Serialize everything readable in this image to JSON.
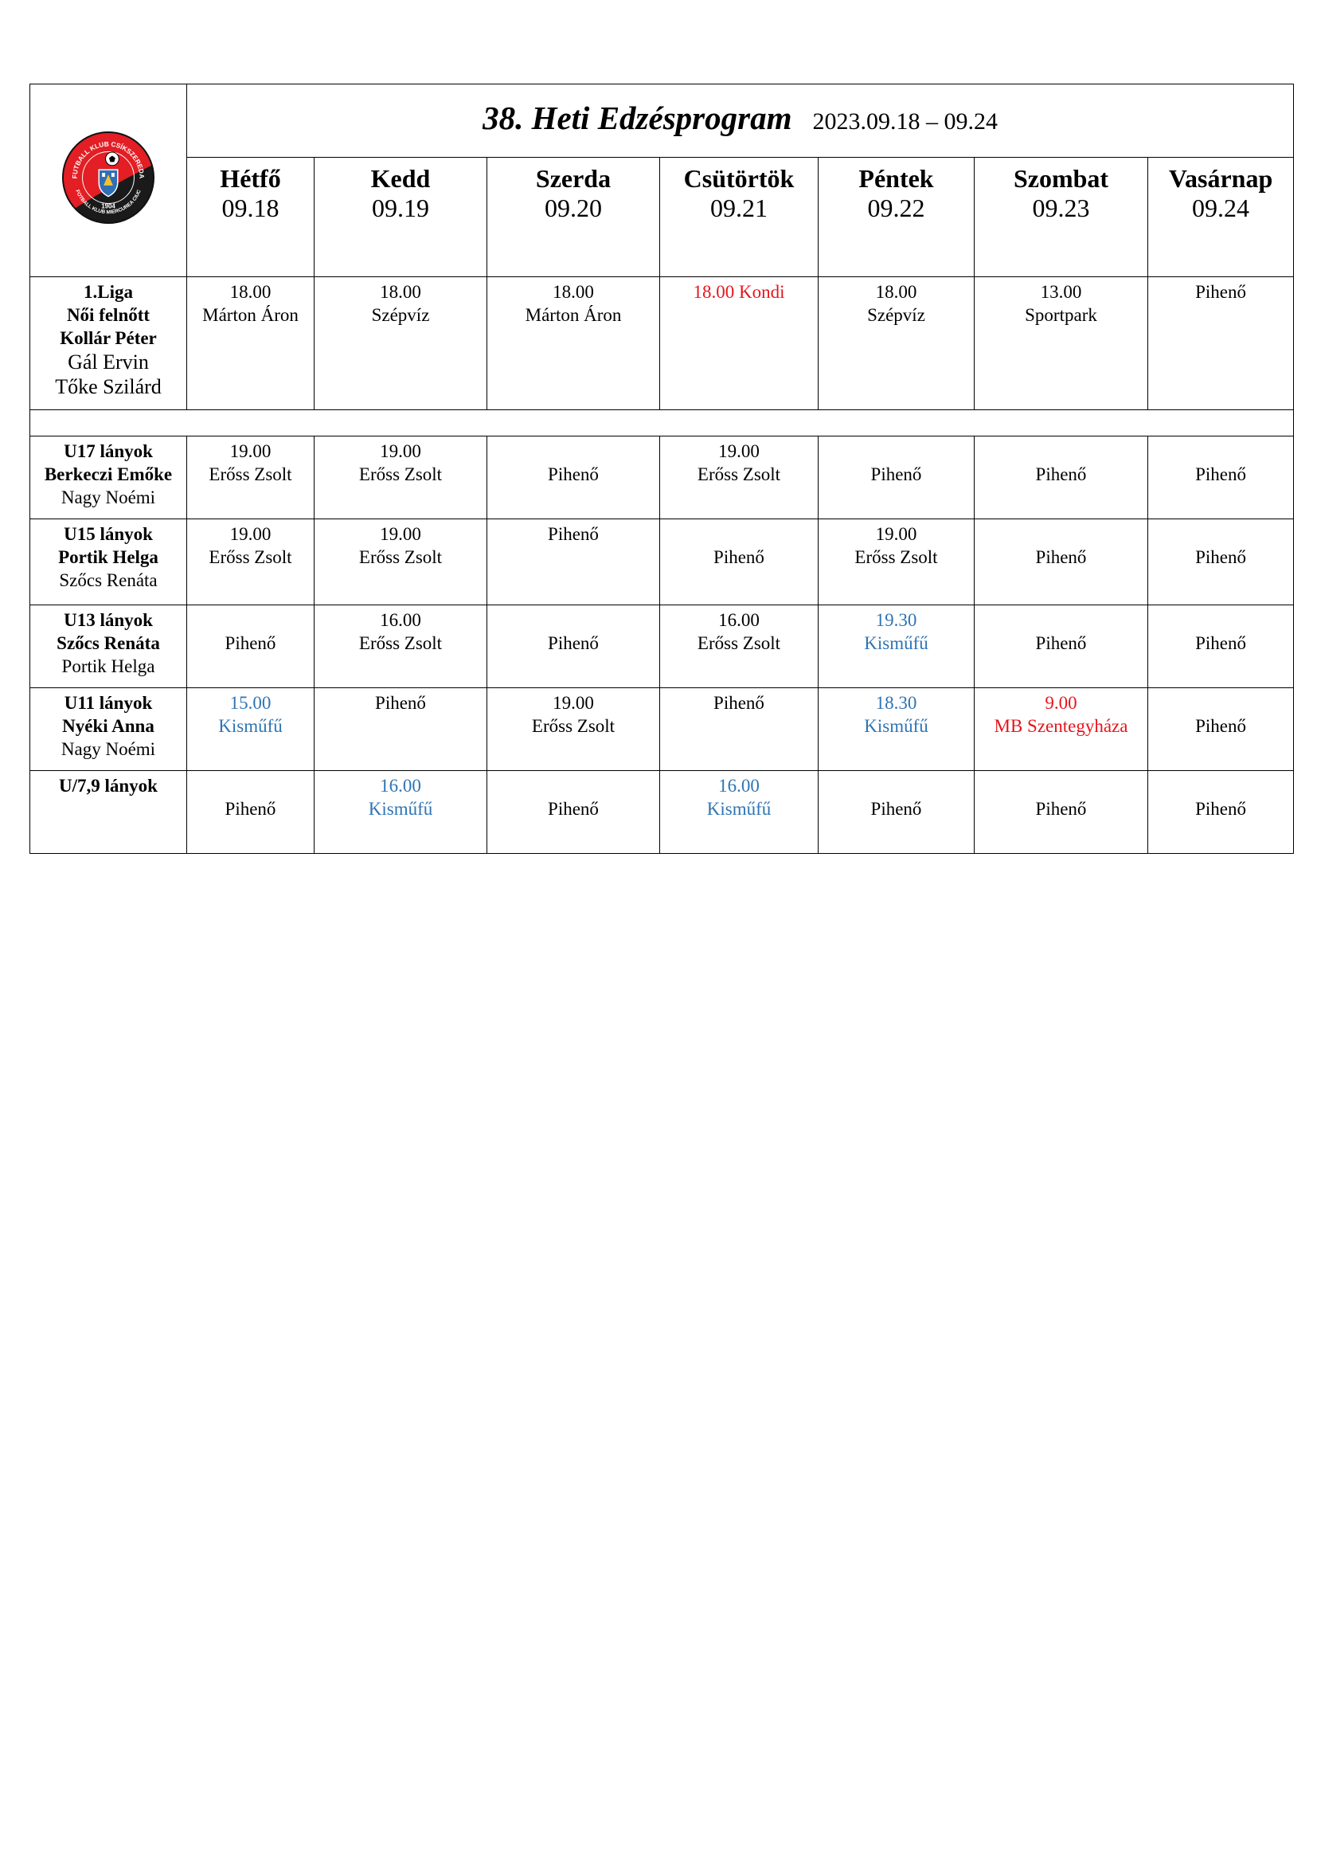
{
  "header": {
    "title": "38. Heti Edzésprogram",
    "date_range": "2023.09.18 – 09.24",
    "logo": {
      "text_top": "FUTBALL KLUB CSÍKSZEREDA",
      "text_bottom": "FOTBALL KLUB MIERCUREA CIUC",
      "year": "1904",
      "colors": {
        "red": "#e31e24",
        "black": "#1a1a1a"
      }
    }
  },
  "days": [
    {
      "name": "Hétfő",
      "date": "09.18"
    },
    {
      "name": "Kedd",
      "date": "09.19"
    },
    {
      "name": "Szerda",
      "date": "09.20"
    },
    {
      "name": "Csütörtök",
      "date": "09.21"
    },
    {
      "name": "Péntek",
      "date": "09.22"
    },
    {
      "name": "Szombat",
      "date": "09.23"
    },
    {
      "name": "Vasárnap",
      "date": "09.24"
    }
  ],
  "colors": {
    "red": "#e8141c",
    "blue": "#2e74b5"
  },
  "teams": [
    {
      "labels": [
        "1.Liga",
        "Női felnőtt",
        "Kollár Péter"
      ],
      "coaches": [
        "Gál Ervin",
        "Tőke Szilárd"
      ],
      "cells": [
        {
          "lines": [
            "18.00",
            "Márton Áron"
          ]
        },
        {
          "lines": [
            "18.00",
            "Szépvíz"
          ]
        },
        {
          "lines": [
            "18.00",
            "Márton Áron"
          ]
        },
        {
          "lines": [
            "18.00 Kondi"
          ],
          "color": "red"
        },
        {
          "lines": [
            "18.00",
            "Szépvíz"
          ]
        },
        {
          "lines": [
            "13.00",
            "Sportpark"
          ]
        },
        {
          "lines": [
            "Pihenő"
          ]
        }
      ]
    },
    {
      "labels": [
        "U17 lányok",
        "Berkeczi Emőke"
      ],
      "coaches": [
        "Nagy Noémi"
      ],
      "cells": [
        {
          "lines": [
            "19.00",
            "Erőss Zsolt"
          ]
        },
        {
          "lines": [
            "19.00",
            "Erőss Zsolt"
          ]
        },
        {
          "lines": [
            "Pihenő"
          ],
          "middle": true
        },
        {
          "lines": [
            "19.00",
            "Erőss Zsolt"
          ]
        },
        {
          "lines": [
            "Pihenő"
          ],
          "middle": true
        },
        {
          "lines": [
            "Pihenő"
          ],
          "middle": true
        },
        {
          "lines": [
            "Pihenő"
          ],
          "middle": true
        }
      ]
    },
    {
      "labels": [
        "U15 lányok",
        "Portik Helga"
      ],
      "coaches": [
        "Szőcs Renáta"
      ],
      "cells": [
        {
          "lines": [
            "19.00",
            "Erőss Zsolt"
          ]
        },
        {
          "lines": [
            "19.00",
            "Erőss Zsolt"
          ]
        },
        {
          "lines": [
            "Pihenő"
          ]
        },
        {
          "lines": [
            "Pihenő"
          ],
          "middle": true
        },
        {
          "lines": [
            "19.00",
            "Erőss Zsolt"
          ]
        },
        {
          "lines": [
            "Pihenő"
          ],
          "middle": true
        },
        {
          "lines": [
            "Pihenő"
          ],
          "middle": true
        }
      ]
    },
    {
      "labels": [
        "U13 lányok",
        "Szőcs Renáta"
      ],
      "coaches": [
        "Portik Helga"
      ],
      "cells": [
        {
          "lines": [
            "Pihenő"
          ],
          "middle": true
        },
        {
          "lines": [
            "16.00",
            "Erőss Zsolt"
          ]
        },
        {
          "lines": [
            "Pihenő"
          ],
          "middle": true
        },
        {
          "lines": [
            "16.00",
            "Erőss Zsolt"
          ]
        },
        {
          "lines": [
            "19.30",
            "Kisműfű"
          ],
          "color": "blue"
        },
        {
          "lines": [
            "Pihenő"
          ],
          "middle": true
        },
        {
          "lines": [
            "Pihenő"
          ],
          "middle": true
        }
      ]
    },
    {
      "labels": [
        "U11 lányok",
        "Nyéki Anna"
      ],
      "coaches": [
        "Nagy Noémi"
      ],
      "cells": [
        {
          "lines": [
            "15.00",
            "Kisműfű"
          ],
          "color": "blue"
        },
        {
          "lines": [
            "Pihenő"
          ]
        },
        {
          "lines": [
            "19.00",
            "Erőss Zsolt"
          ]
        },
        {
          "lines": [
            "Pihenő"
          ]
        },
        {
          "lines": [
            "18.30",
            "Kisműfű"
          ],
          "color": "blue"
        },
        {
          "lines": [
            "9.00",
            "MB Szentegyháza"
          ],
          "color": "red"
        },
        {
          "lines": [
            "Pihenő"
          ],
          "middle": true
        }
      ]
    },
    {
      "labels": [
        "U/7,9 lányok"
      ],
      "coaches": [],
      "cells": [
        {
          "lines": [
            "Pihenő"
          ],
          "middle": true
        },
        {
          "lines": [
            "16.00",
            "Kisműfű"
          ],
          "color": "blue"
        },
        {
          "lines": [
            "Pihenő"
          ],
          "middle": true
        },
        {
          "lines": [
            "16.00",
            "Kisműfű"
          ],
          "color": "blue"
        },
        {
          "lines": [
            "Pihenő"
          ],
          "middle": true
        },
        {
          "lines": [
            "Pihenő"
          ],
          "middle": true
        },
        {
          "lines": [
            "Pihenő"
          ],
          "middle": true
        }
      ]
    }
  ]
}
